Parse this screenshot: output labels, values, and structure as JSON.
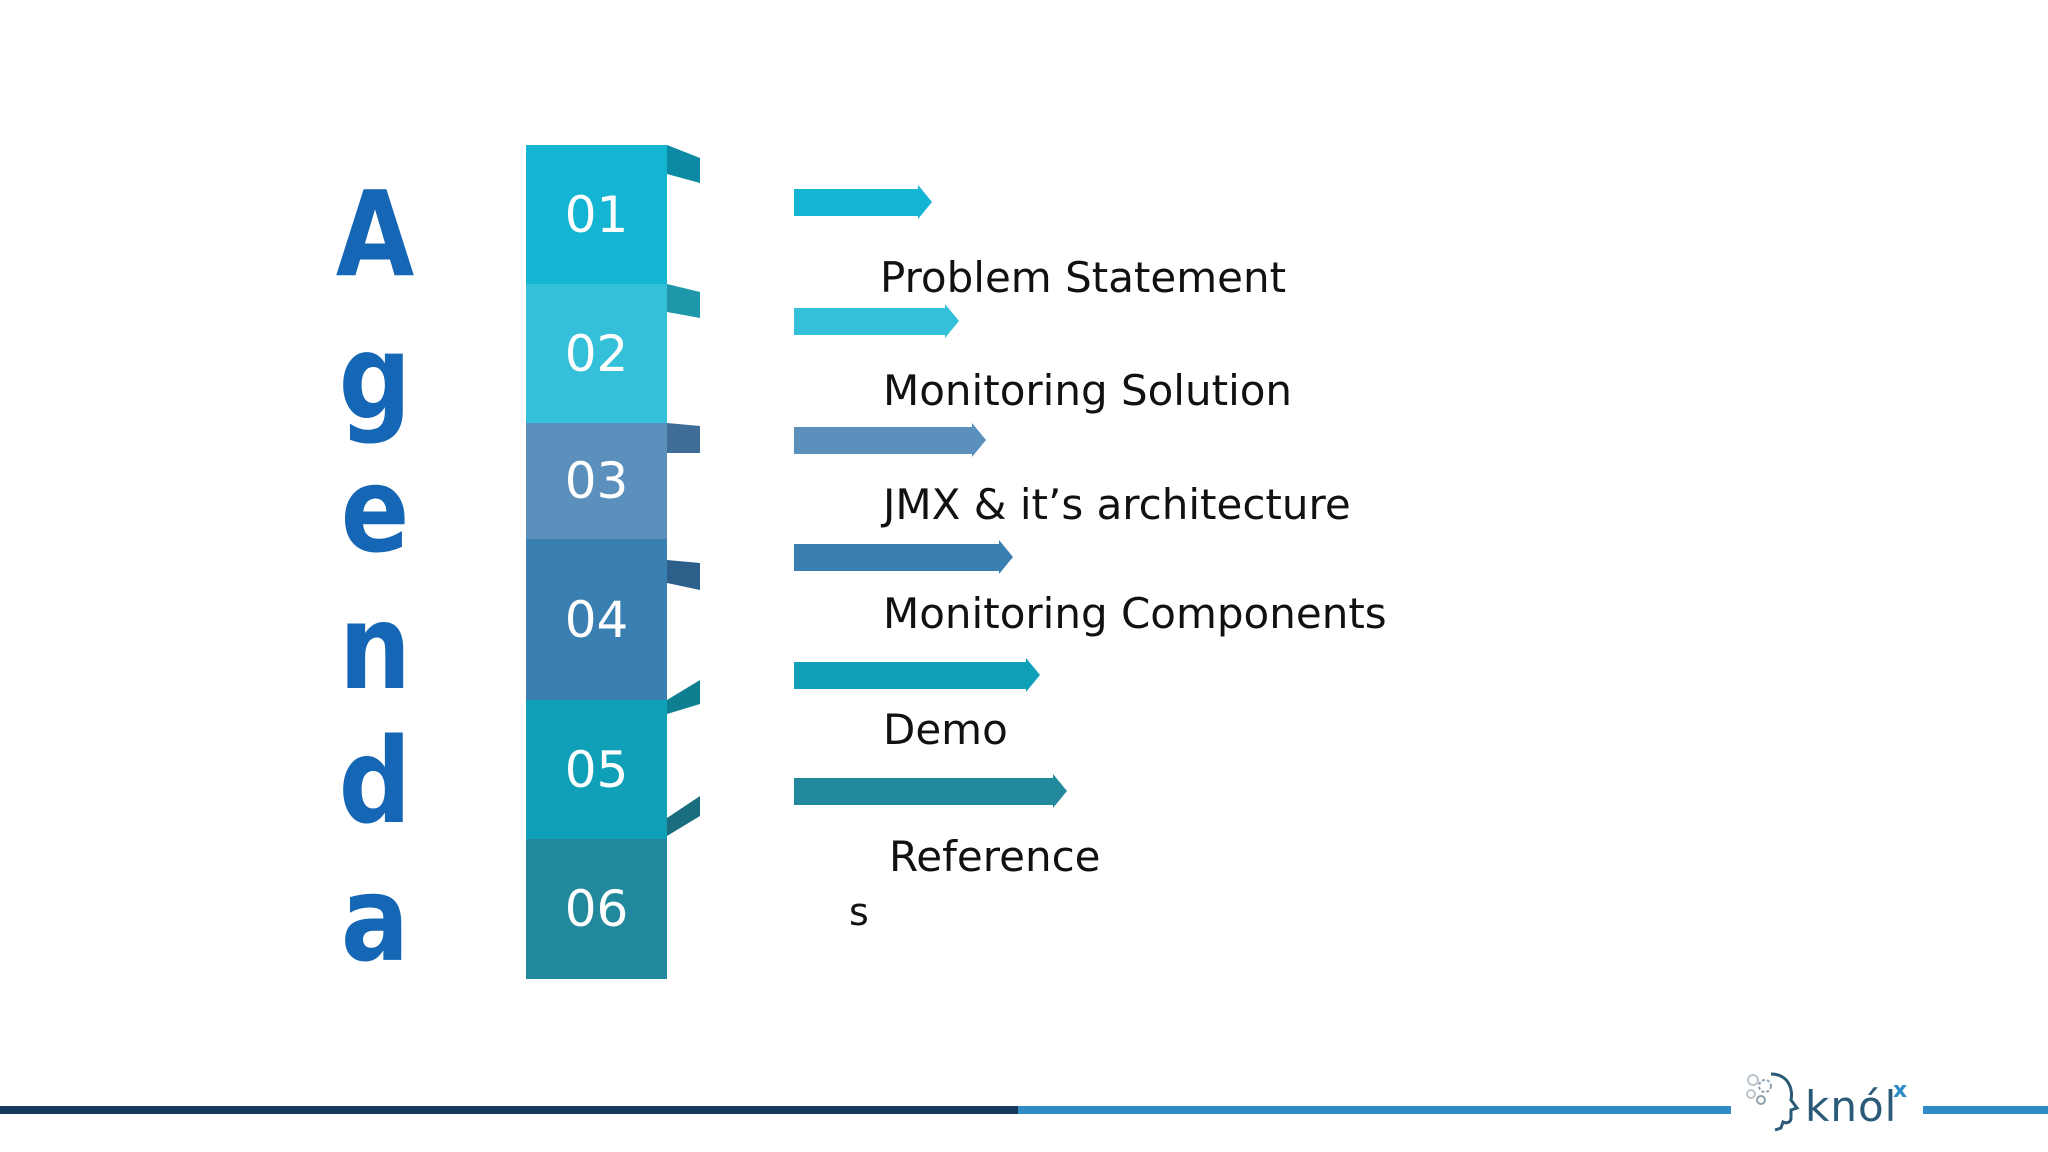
{
  "agenda_letters": [
    "A",
    "g",
    "e",
    "n",
    "d",
    "a"
  ],
  "items": [
    {
      "number": "01",
      "label": "Problem Statement",
      "color": "#13b5d3"
    },
    {
      "number": "02",
      "label": "Monitoring Solution",
      "color": "#33c0d8"
    },
    {
      "number": "03",
      "label": "JMX & it’s architecture",
      "color": "#5b90bd"
    },
    {
      "number": "04",
      "label": "Monitoring Components",
      "color": "#3a7fb1"
    },
    {
      "number": "05",
      "label": "Demo",
      "color": "#0fa0b7"
    },
    {
      "number": "06",
      "label": "Reference",
      "label_overflow": "s",
      "color": "#22889b"
    }
  ],
  "logo": {
    "text": "knól",
    "superscript": "x"
  },
  "colors": {
    "agenda": "#1566b4",
    "footer_dark": "#173a5c",
    "footer_light": "#2e8bc7"
  }
}
